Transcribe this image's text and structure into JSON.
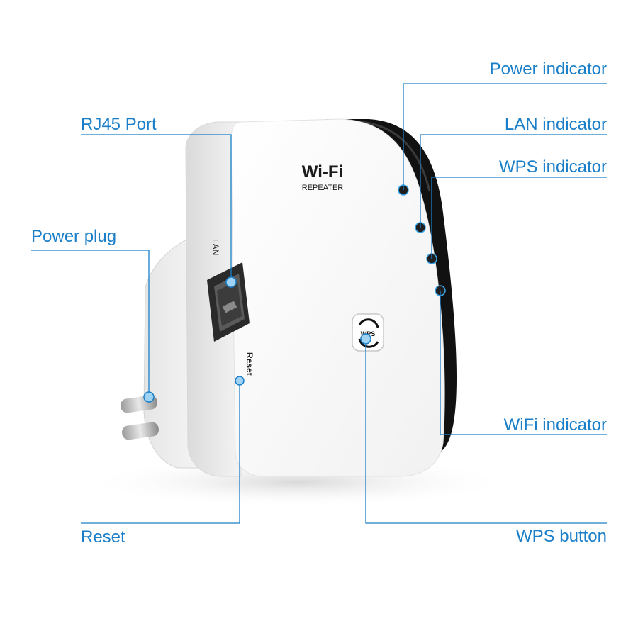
{
  "colors": {
    "accent": "#1a7fc8",
    "device_white": "#ffffff",
    "device_black": "#111111",
    "indicator_blue": "#3aa6e8"
  },
  "device": {
    "logo_text": "Wi-Fi",
    "logo_subtitle": "REPEATER",
    "lan_port_label": "LAN",
    "reset_label": "Reset",
    "wps_button_label": "WPS"
  },
  "callouts": {
    "power_indicator": "Power indicator",
    "lan_indicator": "LAN indicator",
    "wps_indicator": "WPS indicator",
    "wifi_indicator": "WiFi indicator",
    "wps_button": "WPS button",
    "rj45_port": "RJ45 Port",
    "power_plug": "Power plug",
    "reset": "Reset"
  }
}
